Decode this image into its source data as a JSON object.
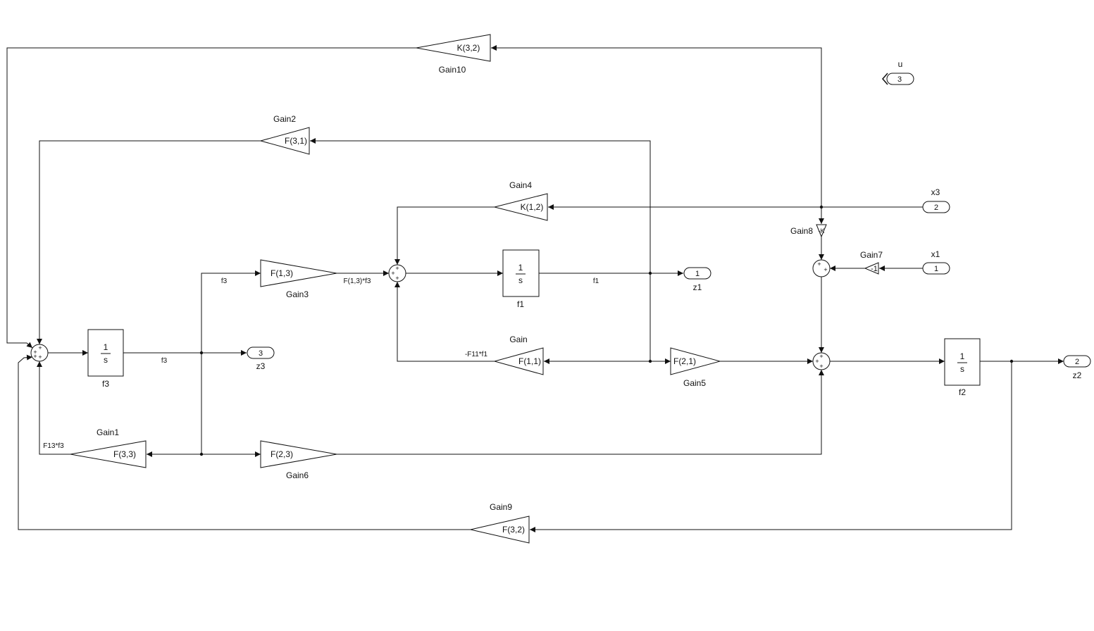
{
  "diagram": {
    "gains": {
      "gain10": {
        "name": "Gain10",
        "value": "K(3,2)"
      },
      "gain2": {
        "name": "Gain2",
        "value": "F(3,1)"
      },
      "gain4": {
        "name": "Gain4",
        "value": "K(1,2)"
      },
      "gain3": {
        "name": "Gain3",
        "value": "F(1,3)"
      },
      "gain": {
        "name": "Gain",
        "value": "F(1,1)"
      },
      "gain5": {
        "name": "Gain5",
        "value": "F(2,1)"
      },
      "gain1": {
        "name": "Gain1",
        "value": "F(3,3)"
      },
      "gain6": {
        "name": "Gain6",
        "value": "F(2,3)"
      },
      "gain9": {
        "name": "Gain9",
        "value": "F(3,2)"
      },
      "gain7": {
        "name": "Gain7",
        "value": "-1"
      },
      "gain8": {
        "name": "Gain8",
        "value": "-K"
      }
    },
    "integrators": {
      "f3": {
        "name": "f3",
        "num": "1",
        "den": "s"
      },
      "f1": {
        "name": "f1",
        "num": "1",
        "den": "s"
      },
      "f2": {
        "name": "f2",
        "num": "1",
        "den": "s"
      }
    },
    "inports": {
      "x3": {
        "name": "x3",
        "number": "2"
      },
      "x1": {
        "name": "x1",
        "number": "1"
      },
      "u": {
        "name": "u",
        "number": "3"
      }
    },
    "outports": {
      "z1": {
        "name": "z1",
        "number": "1"
      },
      "z2": {
        "name": "z2",
        "number": "2"
      },
      "z3": {
        "name": "z3",
        "number": "3"
      }
    },
    "signals": {
      "f3_top": "f3",
      "f3_main": "f3",
      "f1": "f1",
      "f13f3": "F(1,3)*f3",
      "f11f1": "-F11*f1",
      "f13_f3_low": "F13*f3"
    }
  }
}
